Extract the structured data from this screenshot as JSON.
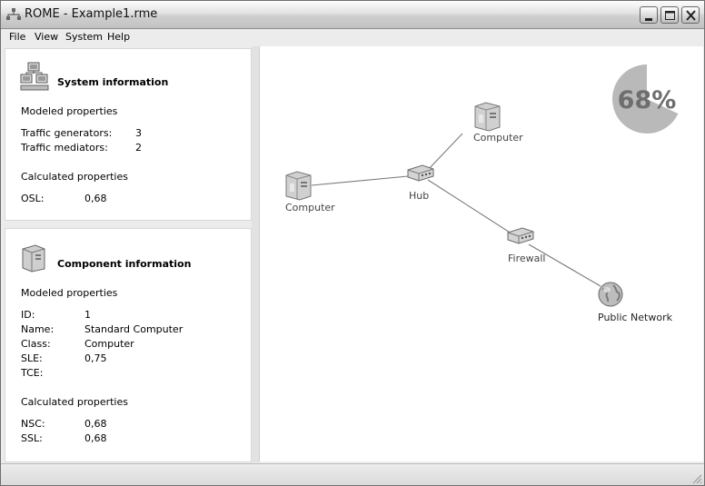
{
  "window": {
    "title": "ROME - Example1.rme"
  },
  "menu": [
    "File",
    "View",
    "System",
    "Help"
  ],
  "system_info": {
    "title": "System information",
    "modeled_heading": "Modeled properties",
    "modeled": [
      {
        "label": "Traffic generators:",
        "value": "3"
      },
      {
        "label": "Traffic mediators:",
        "value": "2"
      }
    ],
    "calculated_heading": "Calculated properties",
    "calculated": [
      {
        "label": "OSL:",
        "value": "0,68"
      }
    ]
  },
  "component_info": {
    "title": "Component information",
    "modeled_heading": "Modeled properties",
    "modeled": [
      {
        "label": "ID:",
        "value": "1"
      },
      {
        "label": "Name:",
        "value": "Standard Computer"
      },
      {
        "label": "Class:",
        "value": "Computer"
      },
      {
        "label": "SLE:",
        "value": "0,75"
      },
      {
        "label": "TCE:",
        "value": ""
      }
    ],
    "calculated_heading": "Calculated properties",
    "calculated": [
      {
        "label": "NSC:",
        "value": "0,68"
      },
      {
        "label": "SSL:",
        "value": "0,68"
      }
    ]
  },
  "canvas": {
    "score_label": "68%",
    "score_fraction": 0.68,
    "nodes": [
      {
        "id": "computer1",
        "label": "Computer",
        "icon": "computer-icon"
      },
      {
        "id": "computer2",
        "label": "Computer",
        "icon": "computer-icon"
      },
      {
        "id": "hub",
        "label": "Hub",
        "icon": "hub-icon"
      },
      {
        "id": "firewall",
        "label": "Firewall",
        "icon": "firewall-icon"
      },
      {
        "id": "public",
        "label": "Public Network",
        "icon": "globe-icon"
      }
    ],
    "links": [
      [
        "computer1",
        "hub"
      ],
      [
        "computer2",
        "hub"
      ],
      [
        "hub",
        "firewall"
      ],
      [
        "firewall",
        "public"
      ]
    ]
  },
  "colors": {
    "gauge": "#b9b9b9",
    "gauge_text": "#6e6e6e",
    "link": "#7a7a7a"
  }
}
